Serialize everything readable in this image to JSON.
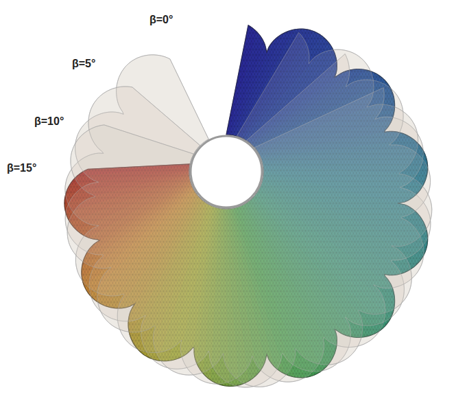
{
  "diagram": {
    "labels": [
      "β=0°",
      "β=5°",
      "β=10°",
      "β=15°"
    ]
  }
}
